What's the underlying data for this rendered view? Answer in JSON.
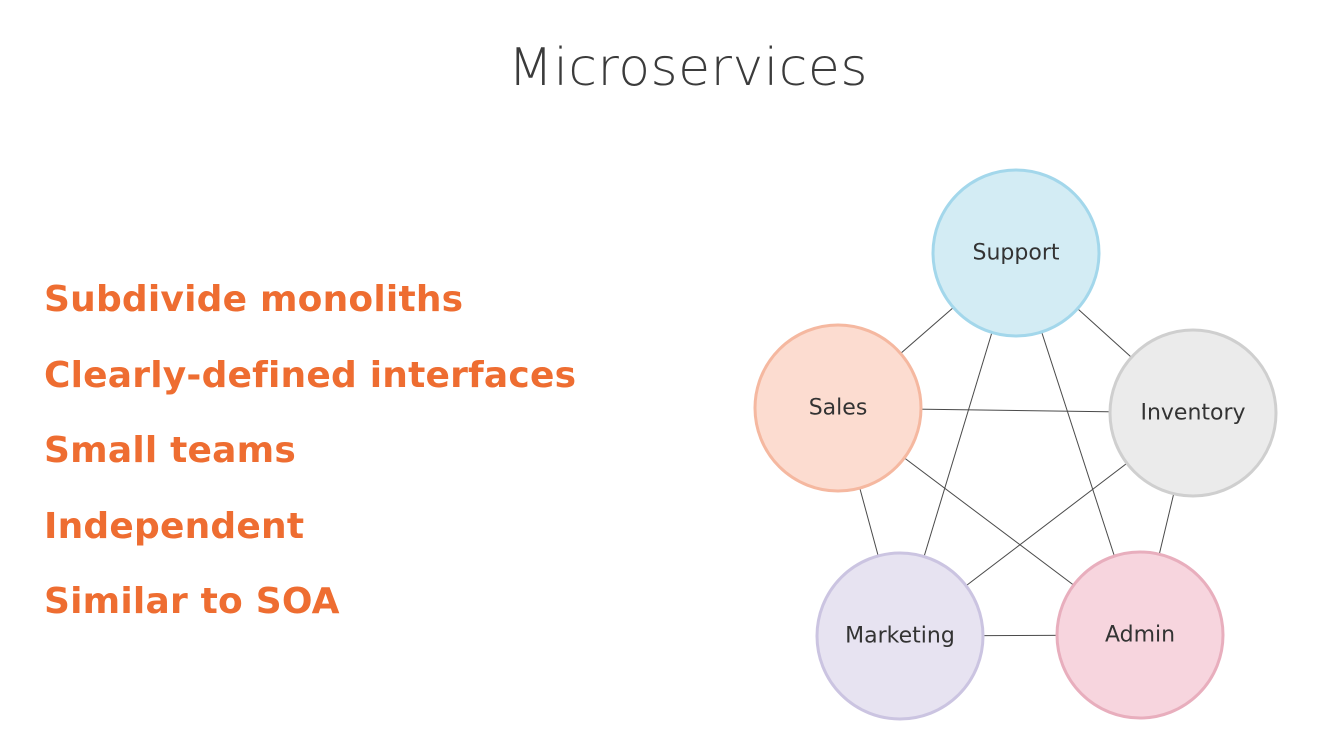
{
  "slide": {
    "title": "Microservices",
    "accent_color": "#ee6d31",
    "text_color": "#3b3b3b"
  },
  "bullets": [
    {
      "text": "Subdivide monoliths"
    },
    {
      "text": "Clearly-defined interfaces"
    },
    {
      "text": "Small teams"
    },
    {
      "text": "Independent"
    },
    {
      "text": "Similar to SOA"
    }
  ],
  "diagram": {
    "nodes": [
      {
        "id": "support",
        "label": "Support",
        "fill": "#d3ecf4",
        "stroke": "#a3d7eb"
      },
      {
        "id": "sales",
        "label": "Sales",
        "fill": "#fcdcd0",
        "stroke": "#f5b8a0"
      },
      {
        "id": "inventory",
        "label": "Inventory",
        "fill": "#ebebeb",
        "stroke": "#cfcfcf"
      },
      {
        "id": "marketing",
        "label": "Marketing",
        "fill": "#e7e3f1",
        "stroke": "#cbc4e1"
      },
      {
        "id": "admin",
        "label": "Admin",
        "fill": "#f7d5de",
        "stroke": "#e8aebd"
      }
    ],
    "edges": [
      {
        "from": "support",
        "to": "sales"
      },
      {
        "from": "support",
        "to": "inventory"
      },
      {
        "from": "support",
        "to": "marketing"
      },
      {
        "from": "support",
        "to": "admin"
      },
      {
        "from": "sales",
        "to": "inventory"
      },
      {
        "from": "sales",
        "to": "marketing"
      },
      {
        "from": "sales",
        "to": "admin"
      },
      {
        "from": "inventory",
        "to": "marketing"
      },
      {
        "from": "inventory",
        "to": "admin"
      },
      {
        "from": "marketing",
        "to": "admin"
      }
    ],
    "edge_color": "#4a4a4a"
  }
}
